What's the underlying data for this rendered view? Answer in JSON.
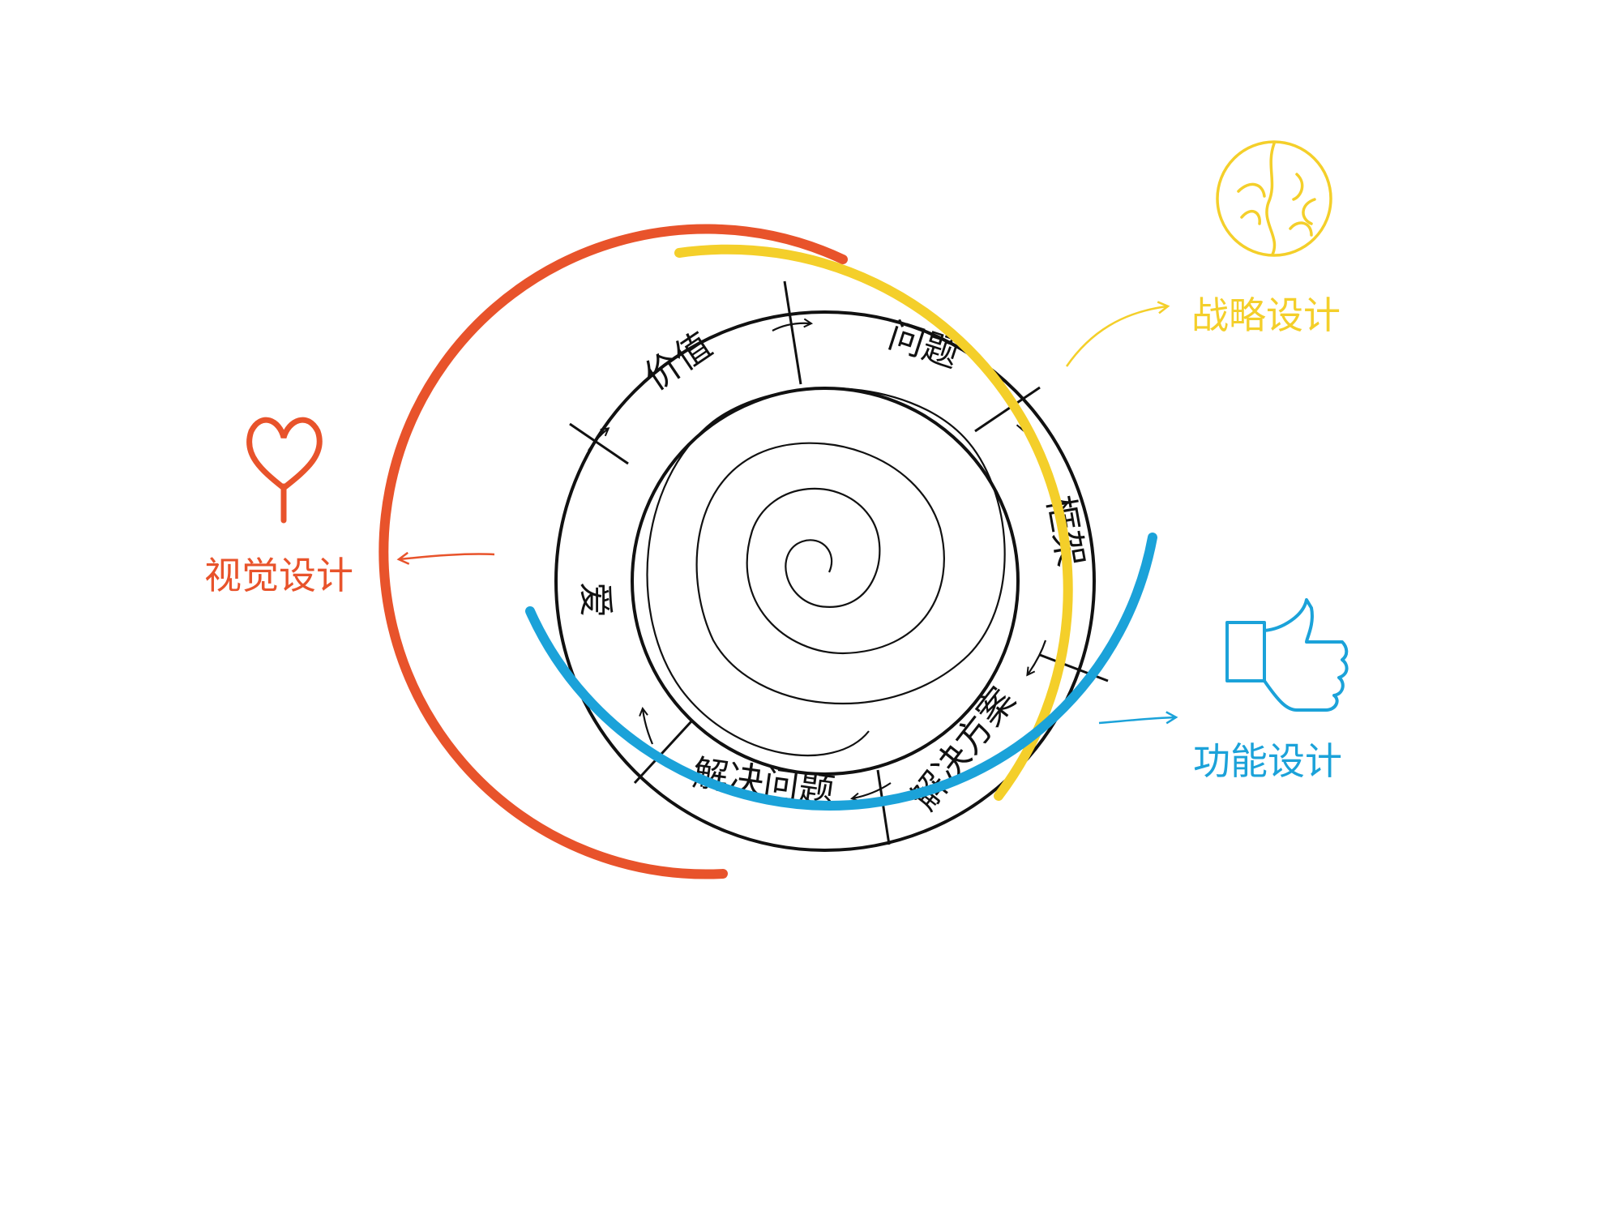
{
  "ring_labels": {
    "ai": "爱",
    "jiazhi": "价值",
    "wenti": "问题",
    "kuangjia": "框架",
    "jiejue_fangan": "解决方案",
    "jiejue_wenti": "解决问题"
  },
  "captions": {
    "strategic": "战略设计",
    "visual": "视觉设计",
    "functional": "功能设计"
  },
  "icons": {
    "strategic": "brain-icon",
    "visual": "heart-icon",
    "functional": "thumbs-up-icon"
  },
  "colors": {
    "strategic": "#f4cf2a",
    "visual": "#e8532b",
    "functional": "#1ba2d9",
    "ink": "#111111"
  }
}
